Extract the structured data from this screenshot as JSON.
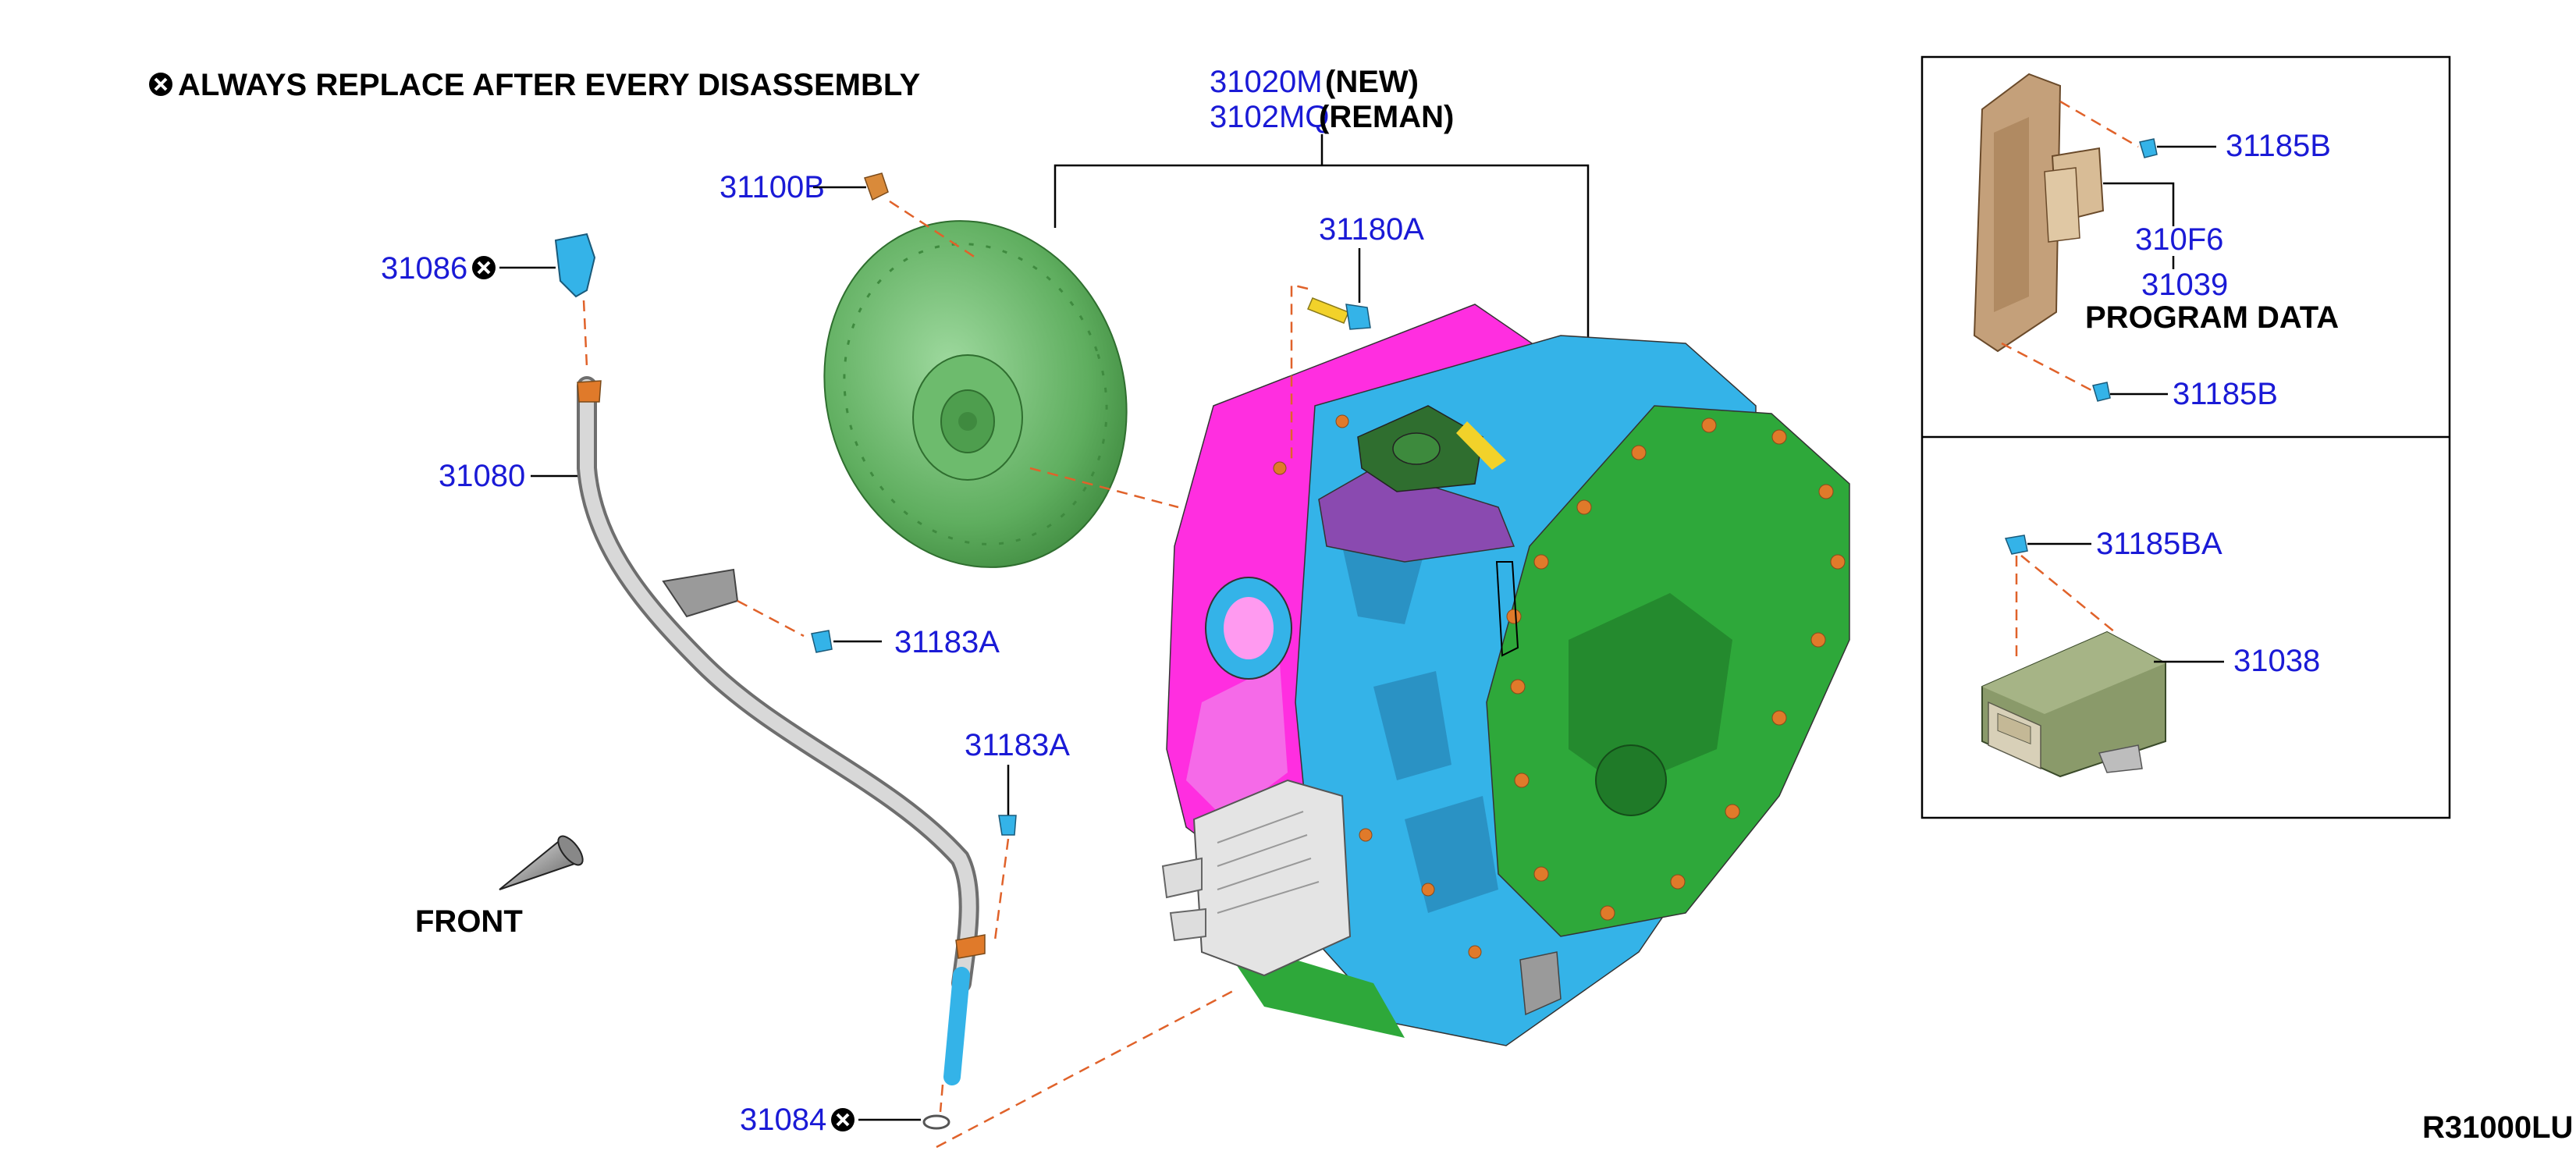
{
  "notice": {
    "text": "ALWAYS REPLACE AFTER EVERY DISASSEMBLY"
  },
  "colors": {
    "label": "#1a1ad6",
    "leader_dash": "#e0622a",
    "bell_housing": "#ff2ee0",
    "case_body": "#34b3e8",
    "side_cover": "#2ea83a",
    "torque_converter": "#6dbb6d",
    "tcm_case": "#c4a07a",
    "module_31038": "#8a9a6a"
  },
  "labels": {
    "transmission_new_part": "31020M",
    "transmission_new_tag": "(NEW)",
    "transmission_reman_part": "3102MQ",
    "transmission_reman_tag": "(REMAN)",
    "torque_converter": "31100B",
    "bolt_top": "31180A",
    "dipstick_cap": "31086",
    "charging_pipe": "31080",
    "bolt_bracket": "31183A",
    "bolt_lower": "31183A",
    "o_ring": "31084",
    "front": "FRONT",
    "tcm_bolt_upper": "31185B",
    "tcm_unit": "310F6",
    "tcm_program": "31039",
    "tcm_program_text": "PROGRAM DATA",
    "tcm_bolt_lower": "31185B",
    "module_bolt": "31185BA",
    "module": "31038",
    "diagram_id": "R31000LU"
  },
  "icons": {
    "replace_symbol": "circle-x-icon",
    "front_arrow": "front-arrow-icon"
  }
}
